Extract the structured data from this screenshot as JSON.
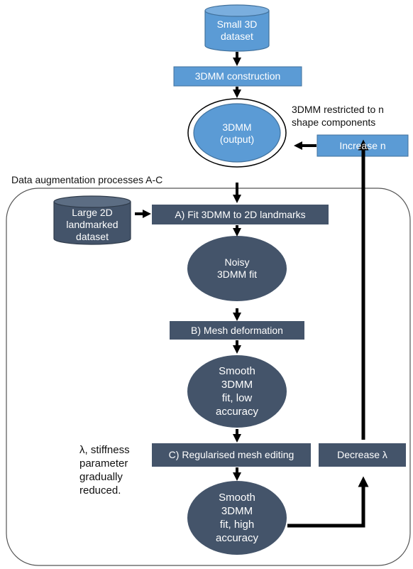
{
  "colors": {
    "light_blue": "#5b9bd5",
    "light_blue_border": "#41719c",
    "dark_slate": "#44546a",
    "arrow": "#000000",
    "frame": "#555555"
  },
  "nodes": {
    "small_dataset": "Small 3D\ndataset",
    "construction": "3DMM construction",
    "output": "3DMM\n(output)",
    "increase_n": "Increase n",
    "large_dataset": "Large 2D\nlandmarked\ndataset",
    "fit": "A) Fit 3DMM to 2D landmarks",
    "noisy": "Noisy\n3DMM fit",
    "mesh_deform": "B) Mesh deformation",
    "smooth_low": "Smooth\n3DMM\nfit, low\naccuracy",
    "reg_edit": "C) Regularised mesh editing",
    "decrease_lambda": "Decrease λ",
    "smooth_high": "Smooth\n3DMM\nfit, high\naccuracy"
  },
  "annotations": {
    "restricted": "3DMM restricted to n\nshape components",
    "augmentation": "Data augmentation processes A-C",
    "lambda_note": "λ, stiffness\nparameter\ngradually\nreduced."
  }
}
